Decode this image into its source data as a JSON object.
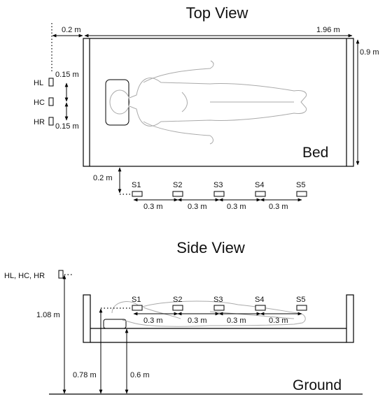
{
  "top_view": {
    "title": "Top View",
    "bed_label": "Bed",
    "dim_offset_x": "0.2 m",
    "dim_length": "1.96 m",
    "dim_width": "0.9 m",
    "dim_head_upper": "0.15 m",
    "dim_head_lower": "0.15 m",
    "dim_sensor_offset": "0.2 m",
    "head_sensors": [
      "HL",
      "HC",
      "HR"
    ],
    "sensors": [
      "S1",
      "S2",
      "S3",
      "S4",
      "S5"
    ],
    "spacing_labels": [
      "0.3 m",
      "0.3 m",
      "0.3 m",
      "0.3 m"
    ]
  },
  "side_view": {
    "title": "Side View",
    "ground_label": "Ground",
    "head_sensor_label": "HL, HC, HR",
    "dim_head_height": "1.08 m",
    "dim_sensor_height": "0.78 m",
    "dim_bed_height": "0.6 m",
    "sensors": [
      "S1",
      "S2",
      "S3",
      "S4",
      "S5"
    ],
    "spacing_labels": [
      "0.3 m",
      "0.3 m",
      "0.3 m",
      "0.3 m"
    ]
  }
}
